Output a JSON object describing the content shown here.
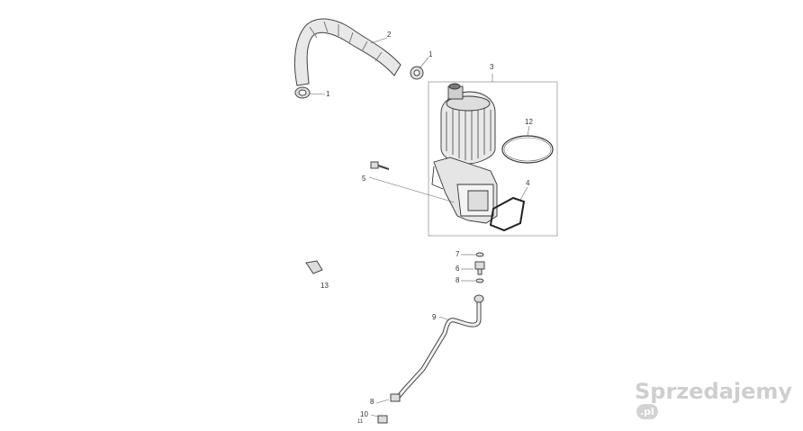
{
  "callouts": {
    "c1_top": "1",
    "c1_left": "1",
    "c2": "2",
    "c3": "3",
    "c4": "4",
    "c5": "5",
    "c6": "6",
    "c7": "7",
    "c8_top": "8",
    "c8_bottom": "8",
    "c9": "9",
    "c10": "10",
    "c11": "11",
    "c12": "12",
    "c13": "13"
  },
  "watermark": {
    "text": "Sprzedajemy",
    "suffix": ".pl"
  },
  "colors": {
    "line": "#555555",
    "part_fill": "#e6e6e6",
    "dark": "#222222"
  }
}
